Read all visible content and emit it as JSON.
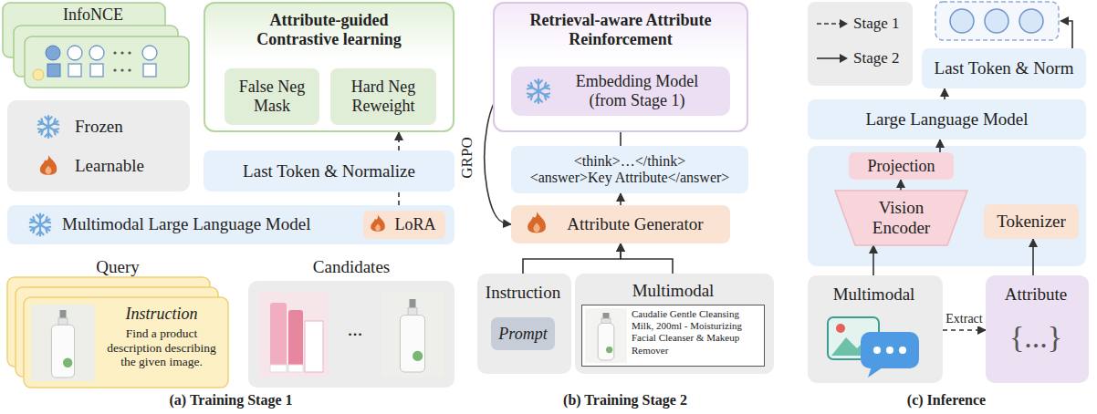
{
  "diagram": {
    "nodes": [
      {
        "text": [
          "InfoNCE"
        ]
      },
      {
        "text": [
          "Attribute-guided Contrastive learning"
        ]
      },
      {
        "text": [
          "False Neg Mask"
        ],
        "in": 1
      },
      {
        "text": [
          "Hard Neg Reweight"
        ],
        "in": 1
      },
      {
        "text": [
          "Last Token & Normalize"
        ]
      },
      {
        "text": [
          "Multimodal Large Language Model"
        ]
      },
      {
        "text": [
          "LoRA"
        ],
        "in": 5
      },
      {
        "text": [
          "Query",
          "Instruction",
          "Find a product description describing the given image."
        ]
      },
      {
        "text": [
          "Candidates",
          "..."
        ]
      },
      {
        "text": [
          "Retrieval-aware Attribute Reinforcement"
        ]
      },
      {
        "text": [
          "Embedding Model (from Stage 1)"
        ],
        "in": 9
      },
      {
        "text": [
          "<think>…</think>",
          "<answer>Key Attribute</answer>"
        ]
      },
      {
        "text": [
          "Attribute Generator"
        ]
      },
      {
        "text": [
          "Instruction"
        ]
      },
      {
        "text": [
          "Prompt"
        ],
        "in": 13
      },
      {
        "text": [
          "Multimodal"
        ]
      },
      {
        "text": [
          "Caudalie Gentle Cleansing Milk, 200ml - Moisturizing Facial Cleanser & Makeup Remover"
        ],
        "in": 15
      },
      {
        "text": [
          "Last Token & Norm"
        ]
      },
      {
        "text": [
          "Large Language Model"
        ]
      },
      {
        "text": [
          "Projection"
        ]
      },
      {
        "text": [
          "Vision Encoder"
        ]
      },
      {
        "text": [
          "Tokenizer"
        ]
      },
      {
        "text": [
          "Multimodal"
        ]
      },
      {
        "text": [
          "Attribute",
          "{...}"
        ]
      }
    ],
    "edges": [
      {
        "from": 5,
        "to": 4,
        "arrow": "none"
      },
      {
        "from": 4,
        "to": 1,
        "arrow": "to"
      },
      {
        "from": 10,
        "to": 12,
        "label": "GRPO",
        "arrow": "to"
      },
      {
        "from": 11,
        "to": 10,
        "arrow": "to"
      },
      {
        "from": 12,
        "to": 11,
        "arrow": "to"
      },
      {
        "from": 13,
        "to": 12,
        "arrow": "to"
      },
      {
        "from": 15,
        "to": 12,
        "arrow": "to"
      },
      {
        "from": 18,
        "to": 17,
        "arrow": "to"
      },
      {
        "from": 19,
        "to": 18,
        "arrow": "to"
      },
      {
        "from": 20,
        "to": 19,
        "arrow": "to"
      },
      {
        "from": 22,
        "to": 20,
        "arrow": "to"
      },
      {
        "from": 23,
        "to": 21,
        "arrow": "to"
      },
      {
        "from": 22,
        "to": 23,
        "label": "Extract",
        "arrow": "to"
      }
    ],
    "labels": [
      "(a) Training Stage 1",
      "(b) Training Stage 2",
      "(c) Inference"
    ],
    "legend": [
      {
        "text": "Frozen"
      },
      {
        "text": "Learnable"
      },
      {
        "text": "Stage 1"
      },
      {
        "text": "Stage 2"
      }
    ]
  }
}
